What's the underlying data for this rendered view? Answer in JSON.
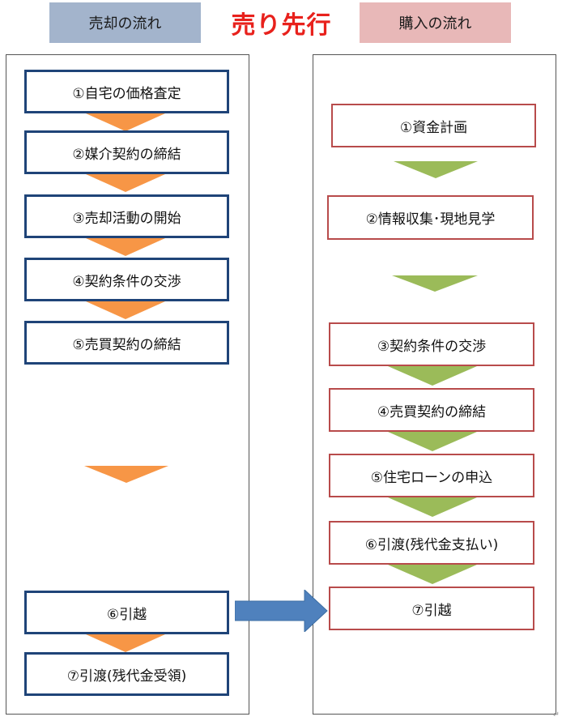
{
  "header": {
    "sell_label": "売却の流れ",
    "title": "売り先行",
    "buy_label": "購入の流れ"
  },
  "sell_flow": {
    "steps": [
      "①自宅の価格査定",
      "②媒介契約の締結",
      "③売却活動の開始",
      "④契約条件の交渉",
      "⑤売買契約の締結",
      "⑥引越",
      "⑦引渡(残代金受領)"
    ]
  },
  "buy_flow": {
    "steps": [
      "①資金計画",
      "②情報収集･現地見学",
      "③契約条件の交渉",
      "④売買契約の締結",
      "⑤住宅ローンの申込",
      "⑥引渡(残代金支払い)",
      "⑦引越"
    ]
  },
  "colors": {
    "sell_border": "#1f4478",
    "buy_border": "#b84b4b",
    "sell_arrow": "#f79646",
    "buy_arrow": "#9bbb59",
    "transfer_arrow": "#4f81bd",
    "title": "#e8211c"
  },
  "icons": {
    "flow_arrow": "down-triangle",
    "transfer_arrow": "right-arrow"
  }
}
